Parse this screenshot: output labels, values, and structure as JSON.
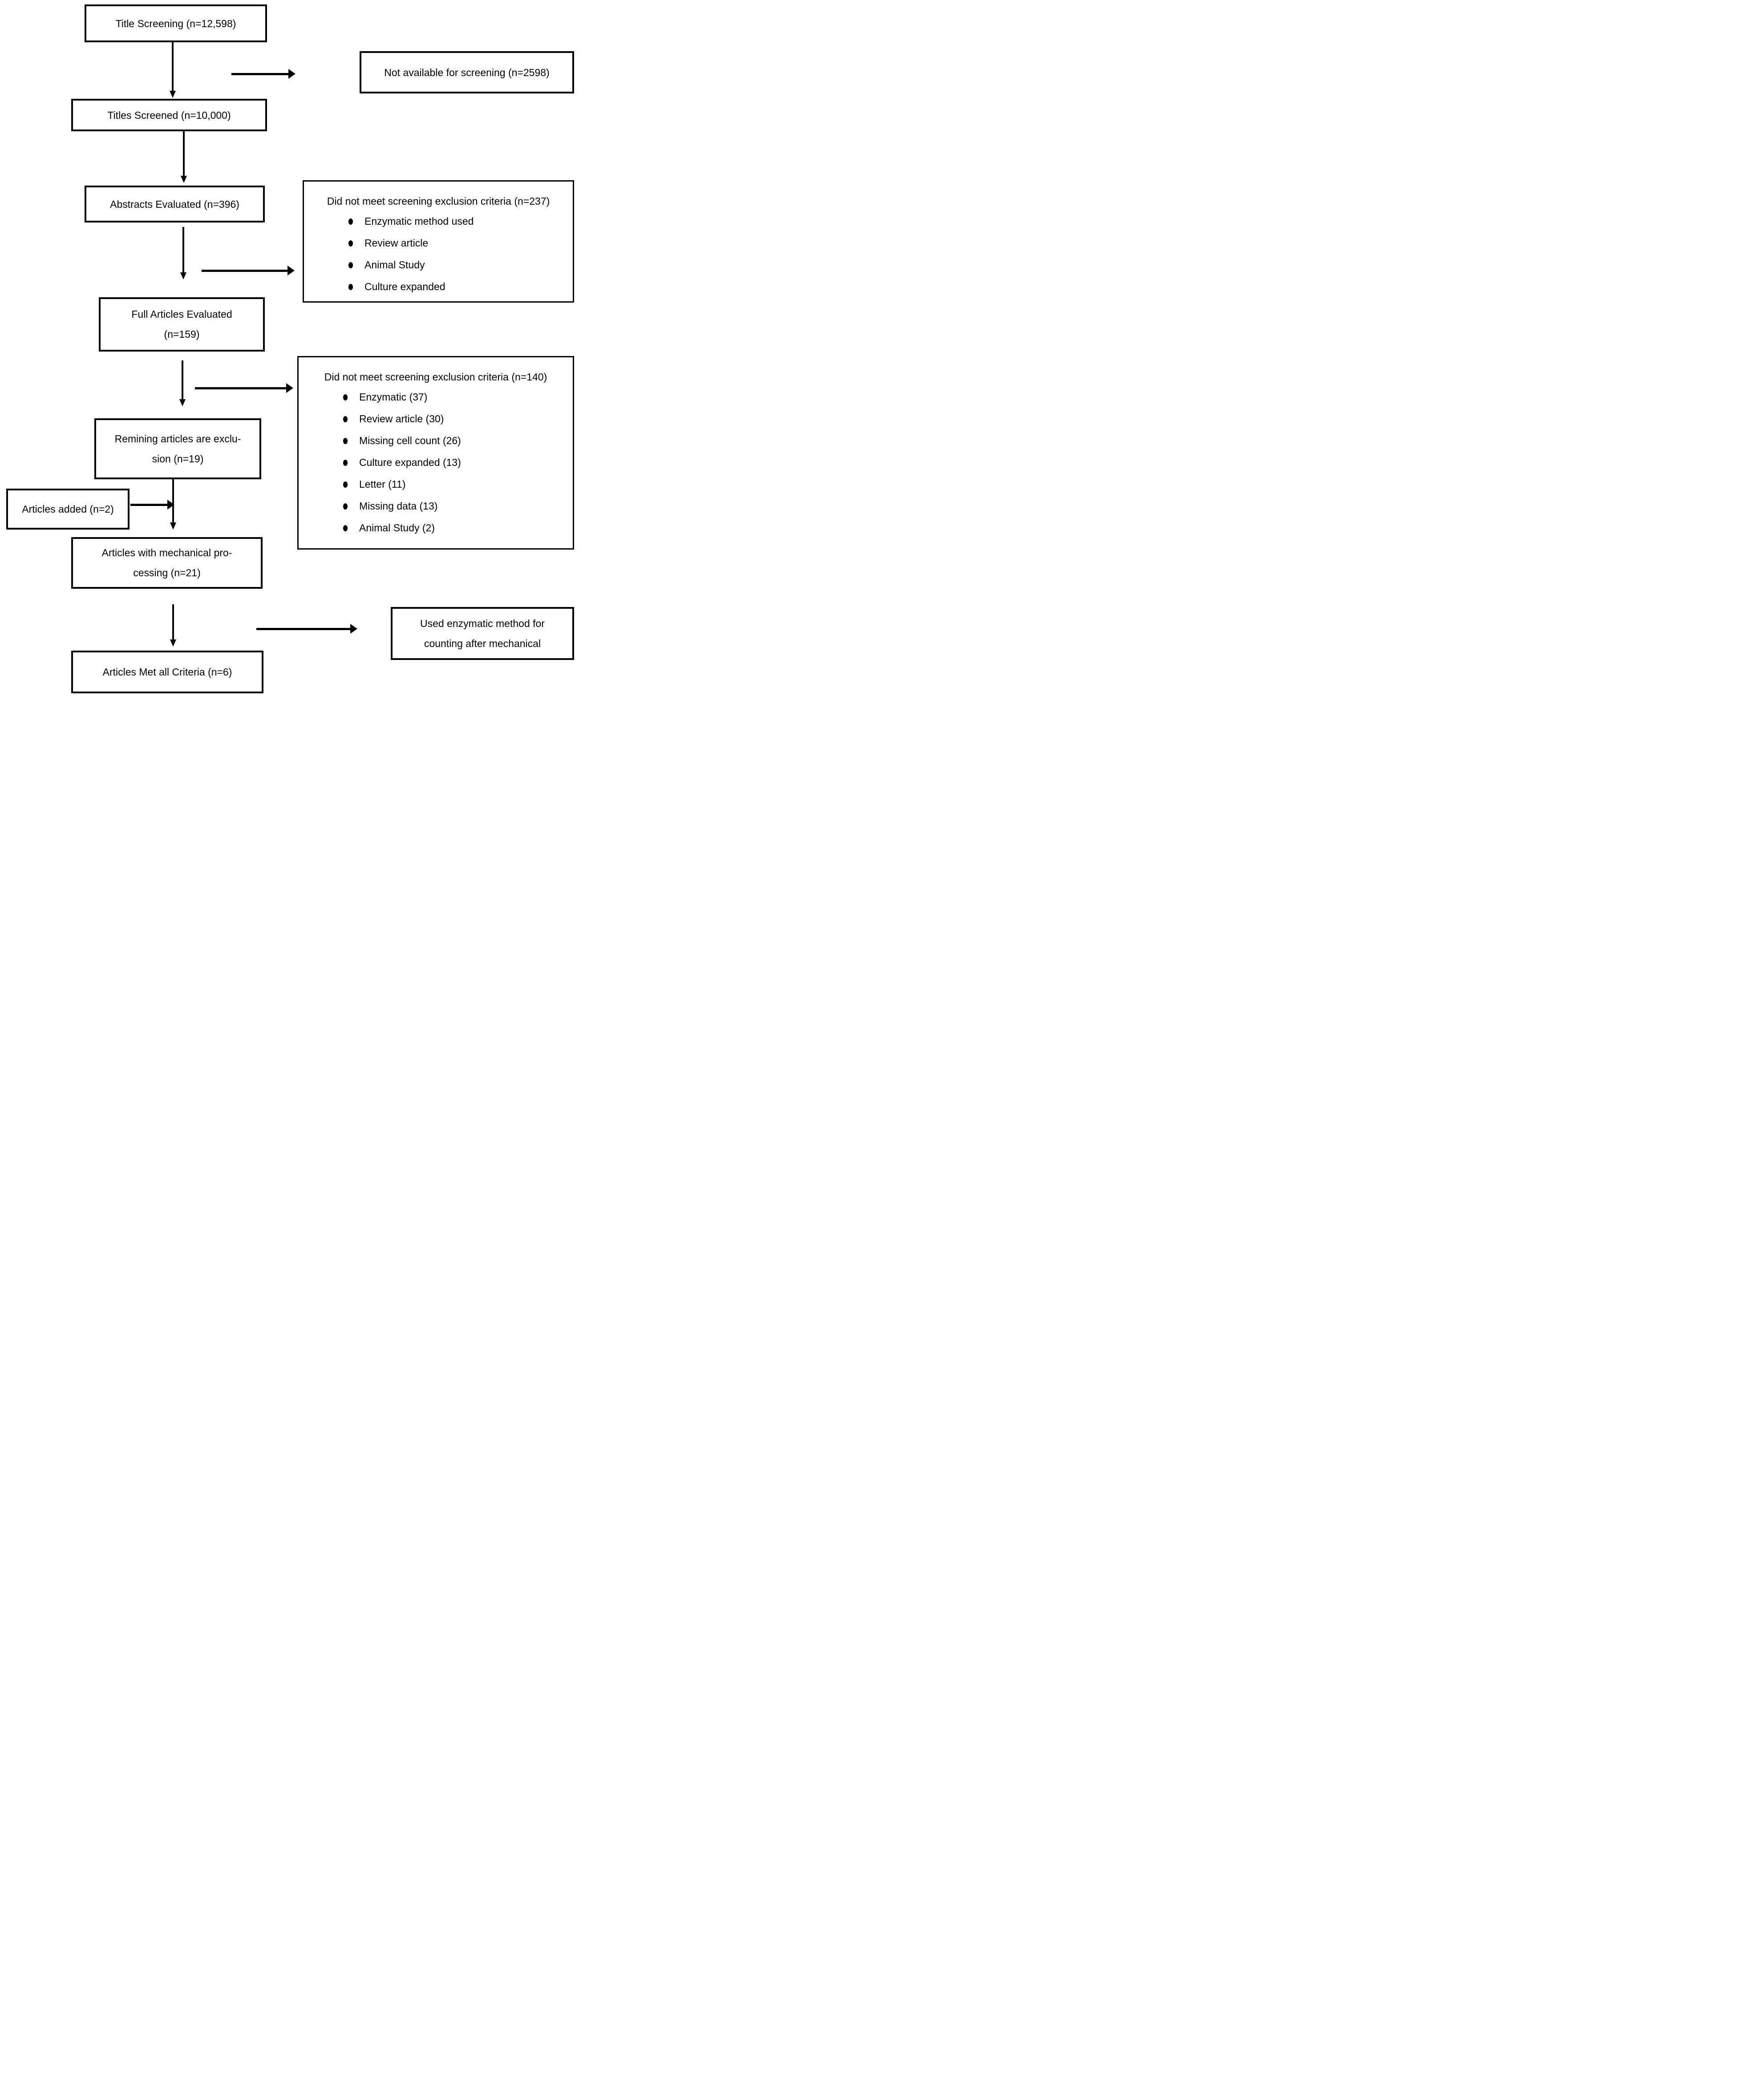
{
  "colors": {
    "ink": "#000000",
    "background": "#ffffff"
  },
  "boxes": {
    "title_screening": {
      "label": "Title Screening (n=12,598)"
    },
    "not_available": {
      "label": "Not available for screening (n=2598)"
    },
    "titles_screened": {
      "label": "Titles Screened (n=10,000)"
    },
    "abstracts_evaluated": {
      "label": "Abstracts Evaluated (n=396)"
    },
    "exclusion_237": {
      "title": "Did not meet screening exclusion criteria (n=237)",
      "bullets": [
        "Enzymatic method used",
        "Review article",
        "Animal Study",
        "Culture expanded"
      ]
    },
    "full_articles": {
      "line1": "Full Articles Evaluated",
      "line2": "(n=159)"
    },
    "exclusion_140": {
      "title": "Did not meet screening exclusion criteria (n=140)",
      "bullets": [
        "Enzymatic (37)",
        "Review article (30)",
        "Missing cell count (26)",
        "Culture expanded (13)",
        "Letter (11)",
        "Missing data (13)",
        "Animal Study (2)"
      ]
    },
    "remaining_excluded": {
      "line1": "Remining articles are exclu-",
      "line2": "sion (n=19)"
    },
    "articles_added": {
      "label": "Articles added (n=2)"
    },
    "mechanical_processing": {
      "line1": "Articles with mechanical pro-",
      "line2": "cessing (n=21)"
    },
    "used_enzymatic": {
      "line1": "Used enzymatic method for",
      "line2": "counting after mechanical"
    },
    "met_all_criteria": {
      "label": "Articles Met all Criteria (n=6)"
    }
  }
}
